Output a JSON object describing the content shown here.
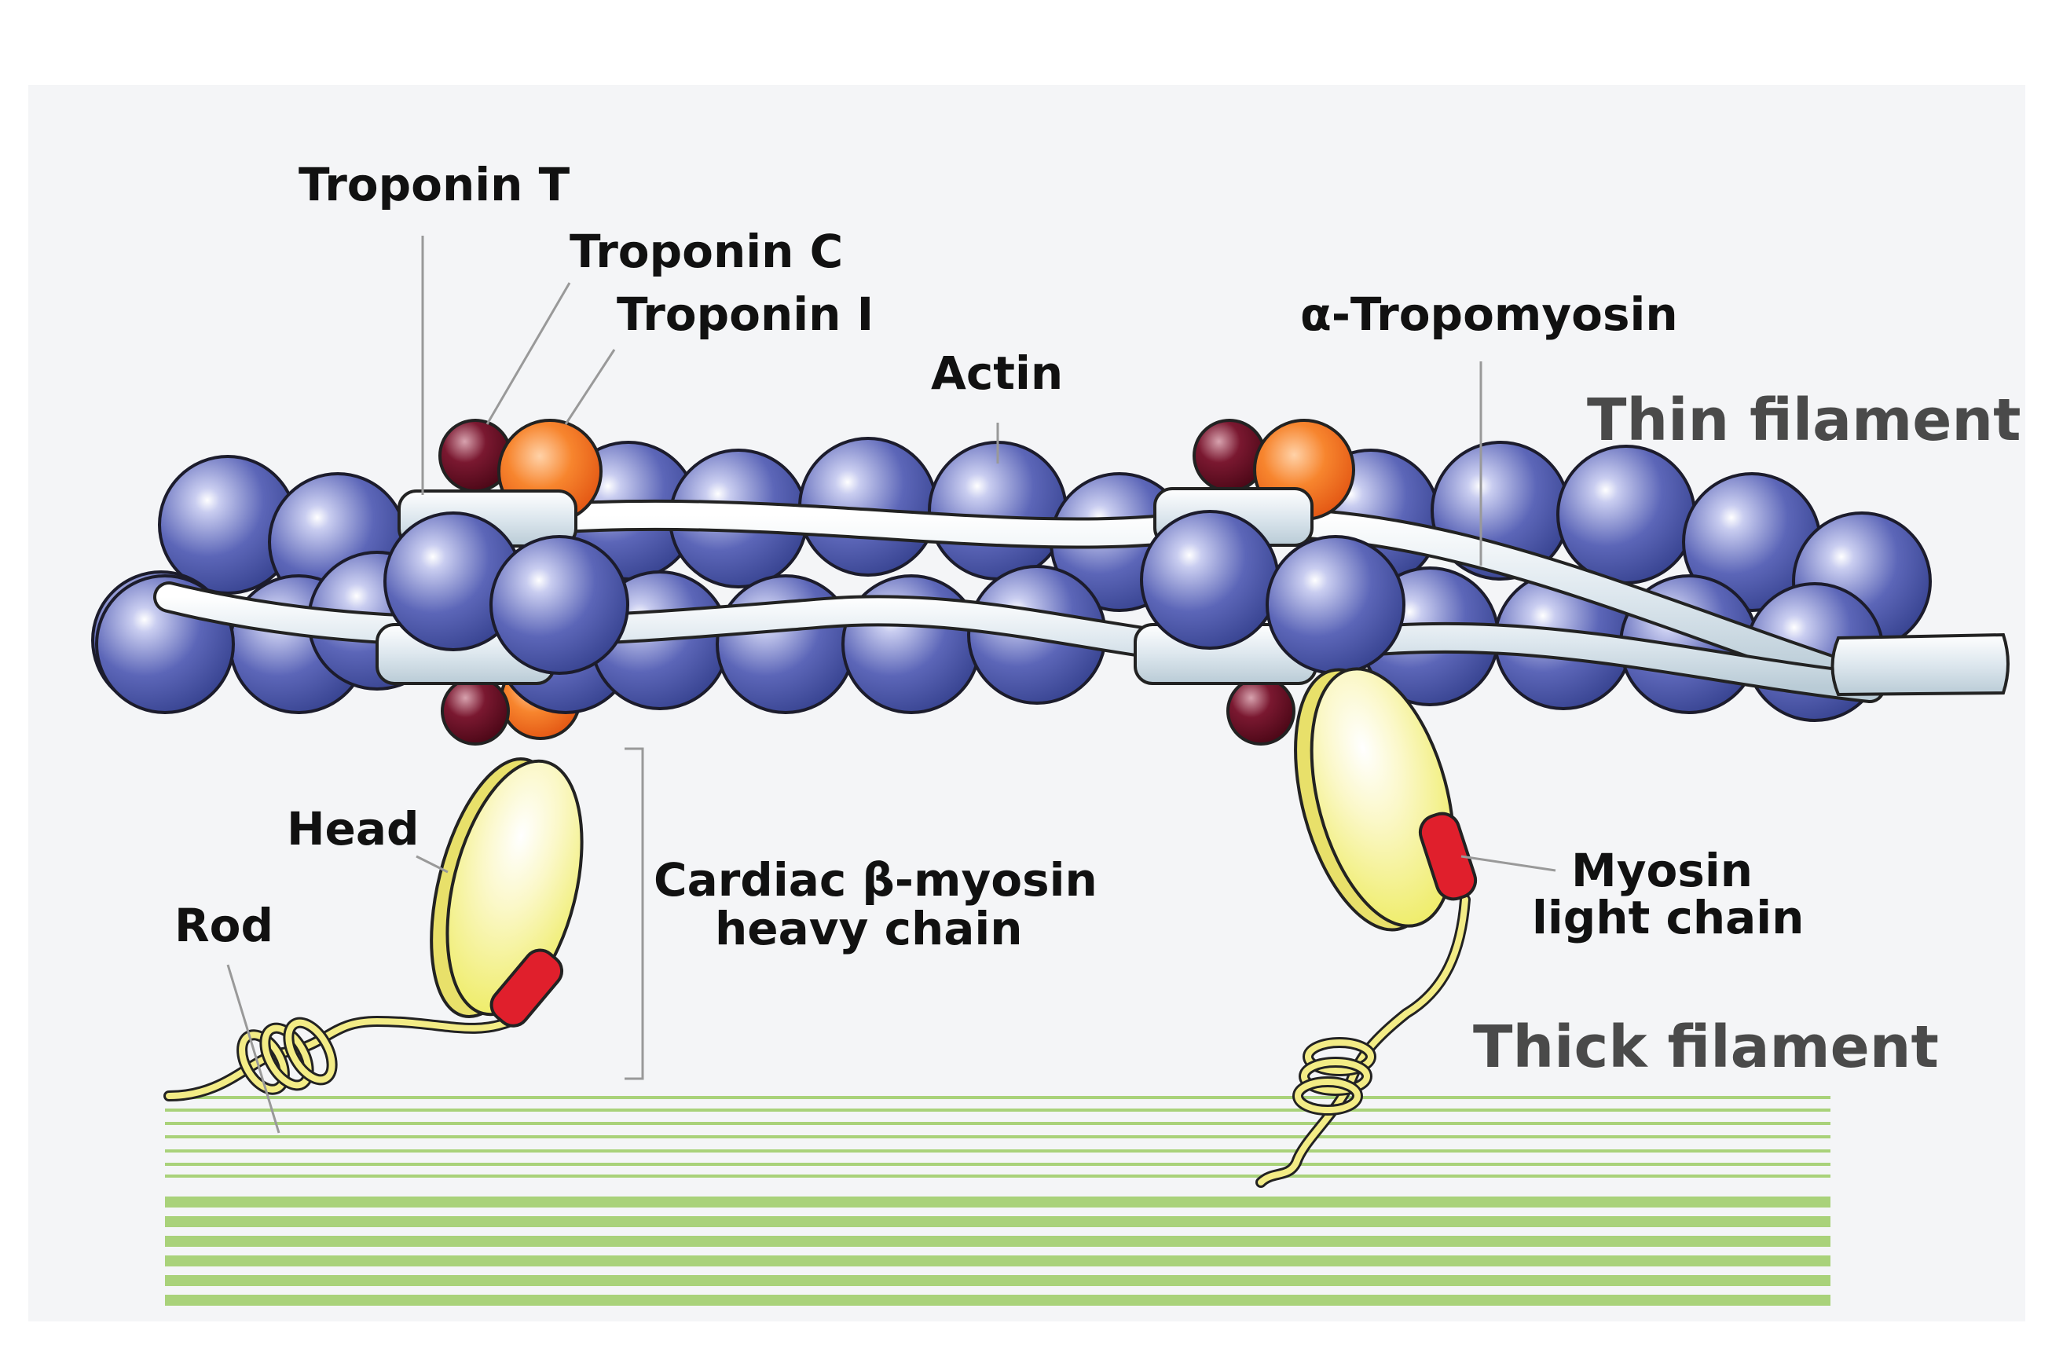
{
  "labels": {
    "troponin_t": "Troponin T",
    "troponin_c": "Troponin C",
    "troponin_i": "Troponin I",
    "actin": "Actin",
    "tropomyosin": "α-Tropomyosin",
    "thin_filament": "Thin filament",
    "head": "Head",
    "rod": "Rod",
    "heavy_chain_line1": "Cardiac β-myosin",
    "heavy_chain_line2": "heavy chain",
    "light_chain_line1": "Myosin",
    "light_chain_line2": "light chain",
    "thick_filament": "Thick filament"
  },
  "colors": {
    "background_panel": "#f4f5f7",
    "actin": "#3c4a9c",
    "tropomyosin": "#cfdde6",
    "troponin_c": "#5e0f22",
    "troponin_i": "#ef6a1c",
    "myosin_head": "#f3ec86",
    "light_chain": "#e01f2c",
    "thick_filament": "#a9d27a"
  }
}
